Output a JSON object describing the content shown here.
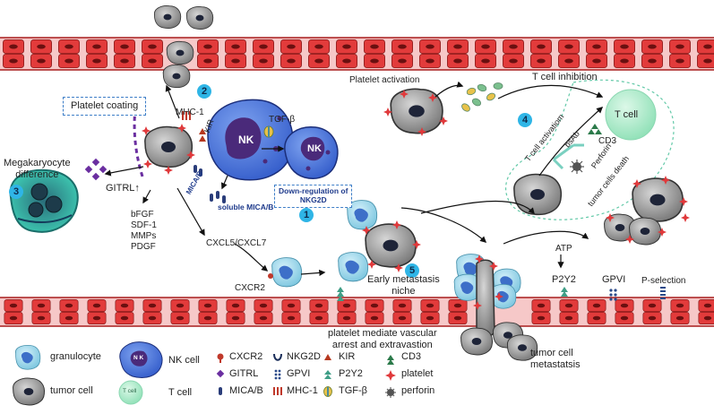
{
  "labels": {
    "platelet_coating": "Platelet coating",
    "mhc1": "MHC-1",
    "kir": "KIR",
    "tgf": "TGF-β",
    "nk": "NK",
    "mica_b": "MICA/B",
    "soluble_mica": "soluble MICA/B",
    "downreg_line1": "Down-regulation of",
    "downreg_line2": "NKG2D",
    "mk_line1": "Megakaryocyte",
    "mk_line2": "difference",
    "gitrl": "GITRL↑",
    "factors": [
      "bFGF",
      "SDF-1",
      "MMPs",
      "PDGF"
    ],
    "cxcl": "CXCL5/CXCL7",
    "cxcr2": "CXCR2",
    "early_line1": "Early metastasis",
    "early_line2": "niche",
    "platelet_activation": "Platelet activation",
    "tcell_inhibition": "T cell inhibition",
    "tcell": "T cell",
    "cd3": "CD3",
    "bsab": "bsAb",
    "tcell_activation": "T cell activatiom",
    "perforin": "Perforin",
    "tumor_death": "tumor cells death",
    "atp": "ATP",
    "p2y2": "P2Y2",
    "gpvi": "GPVI",
    "pselection": "P-selection",
    "arrest_line1": "platelet mediate vascular",
    "arrest_line2": "arrest and extravastion",
    "metastasis_line1": "tumor cell",
    "metastasis_line2": "metastatsis"
  },
  "numbers": [
    "1",
    "2",
    "3",
    "4",
    "5"
  ],
  "legend": {
    "granulocyte": "granulocyte",
    "nk_cell": "NK cell",
    "tumor_cell": "tumor cell",
    "t_cell": "T cell",
    "t_cell_icon_text": "T cell",
    "nk_icon_text": "N K",
    "cxcr2": "CXCR2",
    "gitrl": "GITRL",
    "mica_b": "MICA/B",
    "nkg2d": "NKG2D",
    "gpvi": "GPVI",
    "mhc1": "MHC-1",
    "kir": "KIR",
    "p2y2": "P2Y2",
    "tgf": "TGF-β",
    "cd3": "CD3",
    "platelet": "platelet",
    "perforin": "perforin"
  },
  "colors": {
    "vessel": "#e23b3b",
    "vessel_dark": "#a81e1e",
    "tumor": "#8c8c8c",
    "nk": "#3f6fd8",
    "nk_nucleus": "#4a2a7a",
    "granulocyte": "#8fd0e6",
    "tcell": "#a8e6c6",
    "platelet": "#e0393b",
    "gitrl": "#6a2ea0",
    "mk": "#1f8a8a",
    "number_badge": "#2fb5e6"
  }
}
